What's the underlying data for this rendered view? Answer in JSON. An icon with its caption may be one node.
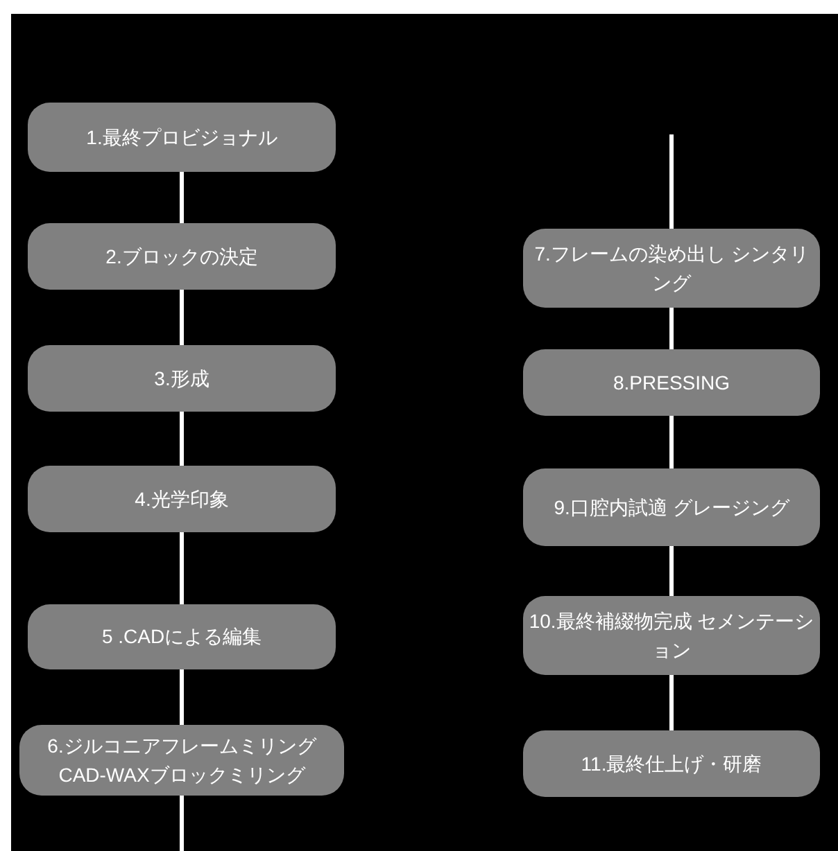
{
  "diagram": {
    "nodes": [
      {
        "text": [
          "1.最終プロビジョナル"
        ]
      },
      {
        "text": [
          "2.ブロックの決定"
        ]
      },
      {
        "text": [
          "3.形成"
        ]
      },
      {
        "text": [
          "4.光学印象"
        ]
      },
      {
        "text": [
          "5 .CADによる編集"
        ]
      },
      {
        "text": [
          "6.ジルコニアフレームミリング CAD-WAXブロックミリング"
        ]
      },
      {
        "text": [
          "7.フレームの染め出し シンタリング"
        ]
      },
      {
        "text": [
          "8.PRESSING"
        ]
      },
      {
        "text": [
          "9.口腔内試適 グレージング"
        ]
      },
      {
        "text": [
          "10.最終補綴物完成 セメンテーション"
        ]
      },
      {
        "text": [
          "11.最終仕上げ・研磨"
        ]
      }
    ],
    "edges": [
      {
        "from": 0,
        "to": 1,
        "arrow": "none"
      },
      {
        "from": 1,
        "to": 2,
        "arrow": "none"
      },
      {
        "from": 2,
        "to": 3,
        "arrow": "none"
      },
      {
        "from": 3,
        "to": 4,
        "arrow": "none"
      },
      {
        "from": 4,
        "to": 5,
        "arrow": "none"
      },
      {
        "from": 5,
        "to": null,
        "arrow": "none"
      },
      {
        "from": null,
        "to": 6,
        "arrow": "none"
      },
      {
        "from": 6,
        "to": 7,
        "arrow": "none"
      },
      {
        "from": 7,
        "to": 8,
        "arrow": "none"
      },
      {
        "from": 8,
        "to": 9,
        "arrow": "none"
      },
      {
        "from": 9,
        "to": 10,
        "arrow": "none"
      }
    ]
  }
}
